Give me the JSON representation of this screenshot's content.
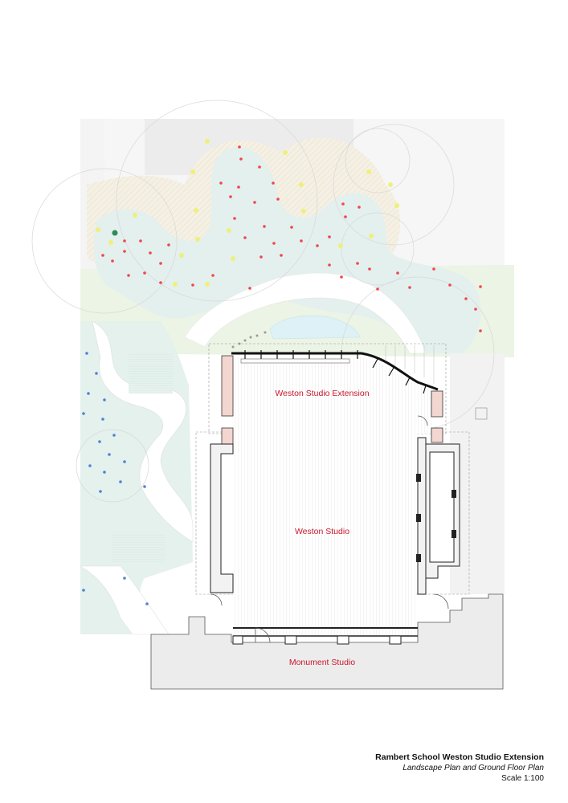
{
  "rooms": {
    "extension": "Weston Studio Extension",
    "studio": "Weston Studio",
    "monument": "Monument Studio"
  },
  "title_block": {
    "title": "Rambert School Weston Studio Extension",
    "subtitle": "Landscape Plan and Ground Floor Plan",
    "scale": "Scale 1:100"
  },
  "colors": {
    "room_label": "#c8192e",
    "path_green": "#e3f0ee",
    "sand_hatch": "#f1ece0",
    "lawn": "#e8f3e4",
    "water": "#ddf1f6",
    "wall_pink": "#f3d6cf",
    "building_grey": "#ececec",
    "tree_red": "#f0464b",
    "tree_yellow": "#eef07a",
    "tree_blue": "#4f82d6",
    "accent_green": "#2e8b57"
  }
}
